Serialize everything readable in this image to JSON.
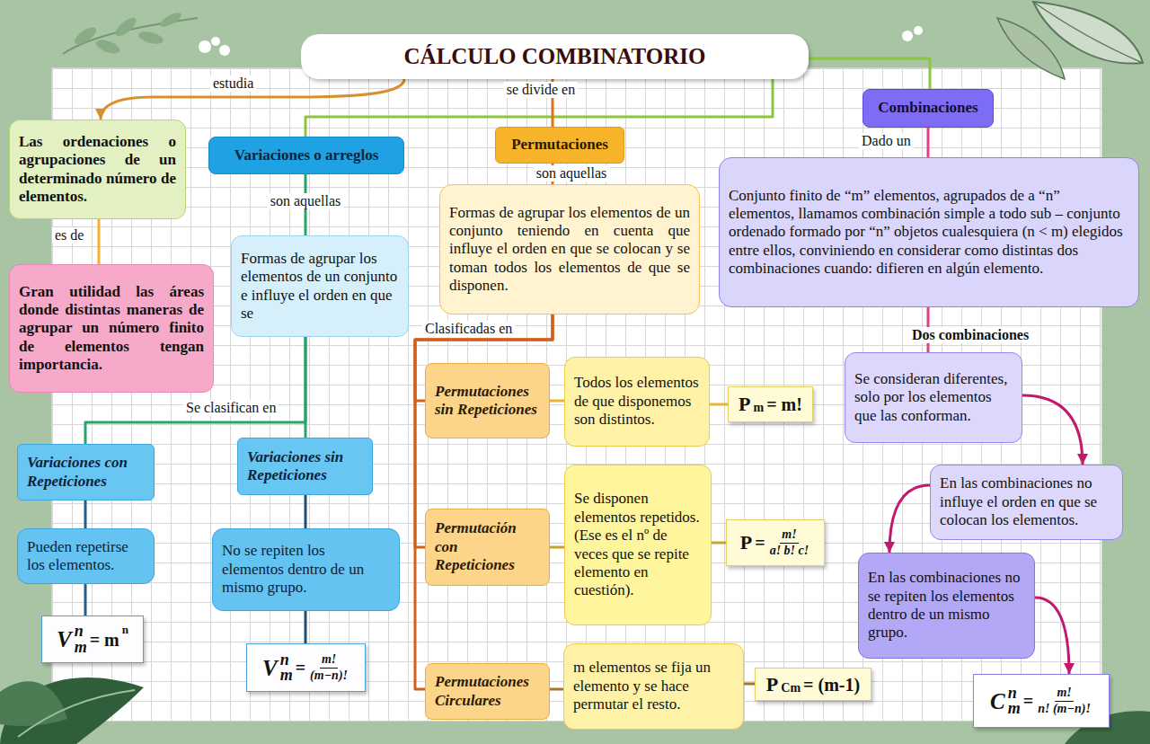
{
  "diagram": {
    "nodes": [
      {
        "text": [
          "CÁLCULO COMBINATORIO"
        ]
      },
      {
        "text": [
          "Las ordenaciones o agrupaciones de un determinado número de elementos."
        ]
      },
      {
        "text": [
          "Gran utilidad las áreas donde distintas maneras de agrupar un número finito de elementos tengan importancia."
        ]
      },
      {
        "text": [
          "Variaciones o arreglos"
        ]
      },
      {
        "text": [
          "Formas de agrupar los elementos de un conjunto e influye el orden en que se"
        ]
      },
      {
        "text": [
          "Permutaciones"
        ]
      },
      {
        "text": [
          "Formas de agrupar los elementos de un conjunto teniendo en cuenta que influye el orden en que se colocan y se toman todos los elementos de que se disponen."
        ]
      },
      {
        "text": [
          "Combinaciones"
        ]
      },
      {
        "text": [
          "Conjunto finito de “m” elementos, agrupados de a “n” elementos, llamamos combinación simple a todo sub – conjunto ordenado formado por “n” objetos cualesquiera (n < m) elegidos entre ellos, conviniendo en considerar como distintas dos combinaciones cuando: difieren en algún elemento."
        ]
      },
      {
        "text": [
          "Variaciones con Repeticiones"
        ]
      },
      {
        "text": [
          "Variaciones sin Repeticiones"
        ]
      },
      {
        "text": [
          "Pueden repetirse los elementos."
        ]
      },
      {
        "text": [
          "No se repiten los elementos dentro de un mismo grupo."
        ]
      },
      {
        "text": [
          "V",
          "n",
          "m",
          "= m",
          "n"
        ]
      },
      {
        "text": [
          "V",
          "n",
          "m",
          "=",
          "m!",
          "(m−n)!"
        ]
      },
      {
        "text": [
          "Permutaciones sin Repeticiones"
        ]
      },
      {
        "text": [
          "Todos los elementos de que disponemos son distintos."
        ]
      },
      {
        "text": [
          "P",
          "m",
          "= m!"
        ]
      },
      {
        "text": [
          "Permutación con Repeticiones"
        ]
      },
      {
        "text": [
          "Se disponen elementos repetidos. (Ese es el nº de veces que se repite elemento en cuestión)."
        ]
      },
      {
        "text": [
          "P",
          "=",
          "m!",
          "a! b! c!"
        ]
      },
      {
        "text": [
          "Permutaciones Circulares"
        ]
      },
      {
        "text": [
          "m elementos se fija un elemento y se hace permutar el resto."
        ]
      },
      {
        "text": [
          "P",
          "Cm",
          "= (m-1)"
        ]
      },
      {
        "text": [
          "Se consideran diferentes, solo por los elementos que las conforman."
        ]
      },
      {
        "text": [
          "En las combinaciones no influye el orden en que se colocan los elementos."
        ]
      },
      {
        "text": [
          "En las combinaciones no se repiten los elementos dentro de un mismo grupo."
        ]
      },
      {
        "text": [
          "C",
          "n",
          "m",
          "=",
          "m!",
          "n! (m−n)!"
        ]
      }
    ],
    "edges": [
      {
        "from": 0,
        "to": 1,
        "label": "estudia",
        "arrow": "to"
      },
      {
        "from": 1,
        "to": 2,
        "label": "es de",
        "arrow": "none"
      },
      {
        "from": 0,
        "to": 3,
        "arrow": "none"
      },
      {
        "from": 0,
        "to": 5,
        "label": "se divide en",
        "arrow": "none"
      },
      {
        "from": 0,
        "to": 7,
        "arrow": "none"
      },
      {
        "from": 3,
        "to": 4,
        "label": "son aquellas",
        "arrow": "none"
      },
      {
        "from": 5,
        "to": 6,
        "label": "son aquellas",
        "arrow": "none"
      },
      {
        "from": 7,
        "to": 8,
        "label": "Dado un",
        "arrow": "none"
      },
      {
        "from": 4,
        "to": 9,
        "label": "Se clasifican en",
        "arrow": "none"
      },
      {
        "from": 4,
        "to": 10,
        "arrow": "none"
      },
      {
        "from": 9,
        "to": 11,
        "arrow": "none"
      },
      {
        "from": 11,
        "to": 13,
        "arrow": "none"
      },
      {
        "from": 10,
        "to": 12,
        "arrow": "none"
      },
      {
        "from": 12,
        "to": 14,
        "arrow": "none"
      },
      {
        "from": 6,
        "to": 15,
        "label": "Clasificadas en",
        "arrow": "none"
      },
      {
        "from": 6,
        "to": 18,
        "arrow": "none"
      },
      {
        "from": 6,
        "to": 21,
        "arrow": "none"
      },
      {
        "from": 15,
        "to": 16,
        "arrow": "none"
      },
      {
        "from": 16,
        "to": 17,
        "arrow": "none"
      },
      {
        "from": 18,
        "to": 19,
        "arrow": "none"
      },
      {
        "from": 19,
        "to": 20,
        "arrow": "none"
      },
      {
        "from": 21,
        "to": 22,
        "arrow": "none"
      },
      {
        "from": 22,
        "to": 23,
        "arrow": "none"
      },
      {
        "from": 8,
        "to": 24,
        "label": "Dos combinaciones",
        "arrow": "none"
      },
      {
        "from": 24,
        "to": 25,
        "arrow": "to"
      },
      {
        "from": 25,
        "to": 26,
        "arrow": "to"
      },
      {
        "from": 26,
        "to": 27,
        "arrow": "to"
      }
    ]
  }
}
